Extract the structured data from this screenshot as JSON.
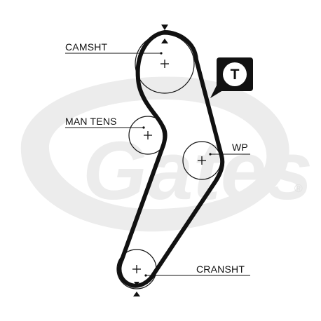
{
  "watermark": {
    "brand": "Gates",
    "registered_mark": "®",
    "color": "#ececec"
  },
  "labels": {
    "camshaft": "CAMSHT",
    "manual_tensioner": "MAN TENS",
    "water_pump": "WP",
    "crankshaft": "CRANSHT"
  },
  "badge": {
    "letter": "T",
    "background": "#111111",
    "text_color": "#ffffff"
  },
  "colors": {
    "belt": "#111111",
    "pulley": "#111111",
    "background": "#ffffff"
  },
  "timing_marks": {
    "icon": "triangle-marker-icon"
  }
}
